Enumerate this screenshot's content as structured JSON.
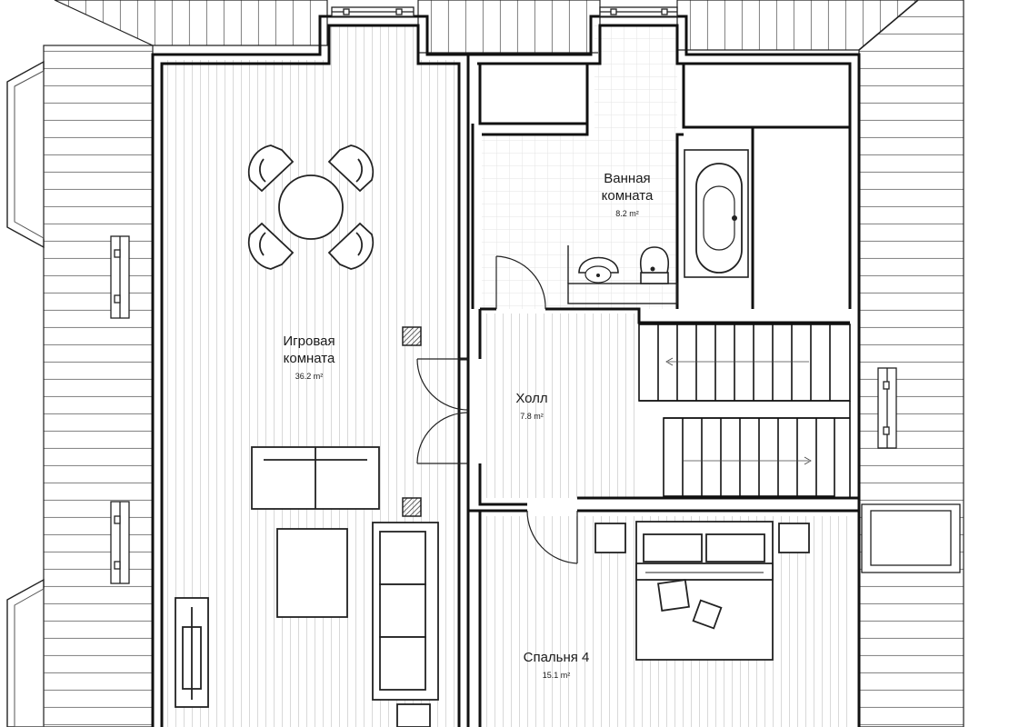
{
  "rooms": {
    "game_room": {
      "name": "Игровая\nкомната",
      "area": "36.2 m²"
    },
    "bathroom": {
      "name": "Ванная\nкомната",
      "area": "8.2 m²"
    },
    "hall": {
      "name": "Холл",
      "area": "7.8 m²"
    },
    "bedroom": {
      "name": "Спальня 4",
      "area": "15.1 m²"
    }
  },
  "colors": {
    "wall": "#111111",
    "floor_line": "#d9d9d9",
    "roof_line": "#888888",
    "tile_line": "#e3e3e3",
    "background": "#ffffff"
  },
  "icons": [
    "dining-table-icon",
    "chair-icon",
    "sofa-icon",
    "coffee-table-icon",
    "bathtub-icon",
    "sink-icon",
    "toilet-icon",
    "bed-icon",
    "pillow-icon",
    "nightstand-icon",
    "staircase-icon",
    "door-swing-icon",
    "window-icon",
    "chimney-icon"
  ]
}
